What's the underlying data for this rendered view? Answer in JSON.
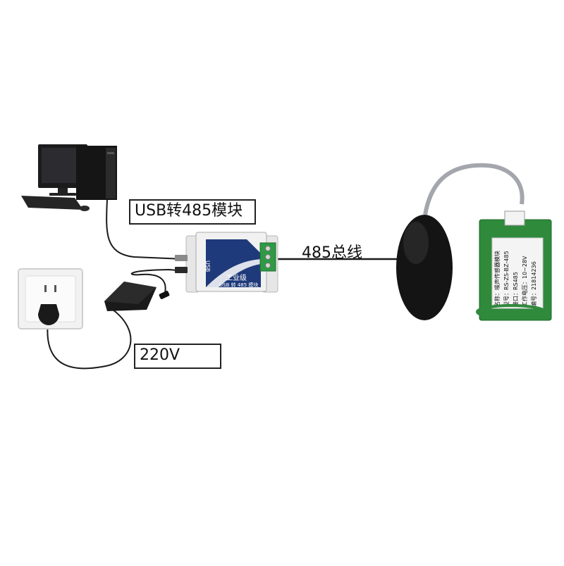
{
  "labels": {
    "usb_module": "USB转485模块",
    "power": "220V",
    "bus": "485总线"
  },
  "converter": {
    "port_text": "USB",
    "grade_text": "工业级",
    "model_text": "USB 转 485 模块"
  },
  "sensor_board": {
    "lines": [
      "名称：噪声传感器模块",
      "型号：RS-ZS-BZ-485",
      "接口：RS485",
      "工作电压：10~28V",
      "编号：21814236"
    ]
  },
  "colors": {
    "pcb_green": "#2f8a3c",
    "terminal_green": "#2e9a45",
    "converter_blue": "#1f3a7a",
    "sensor_black": "#141414"
  }
}
